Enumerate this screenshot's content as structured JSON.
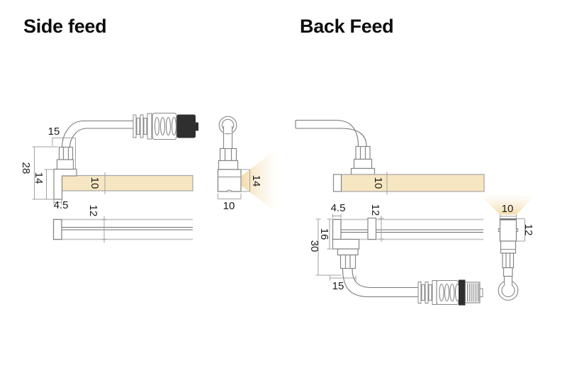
{
  "side_feed": {
    "title": "Side feed",
    "labels": {
      "fitting_width": "15",
      "total_height": "28",
      "connector_height": "14",
      "endcap_width": "4.5",
      "strip_height": "10",
      "strip_width": "12",
      "end_view_height": "14",
      "end_view_width": "10"
    }
  },
  "back_feed": {
    "title": "Back Feed",
    "labels": {
      "strip_height": "10",
      "endcap_width": "4.5",
      "strip_width": "12",
      "bracket_height": "16",
      "total_height": "30",
      "fitting_width": "15",
      "end_view_width": "10",
      "end_view_height": "12"
    }
  },
  "colors": {
    "strip_fill": "#f7e6c2",
    "beam_strong": "#f3d9a6",
    "outline_gray": "#878787",
    "plan_edge_gray": "#c9c9c9",
    "connector_black": "#2f2f2f",
    "dim_text": "#1c1c1c"
  }
}
